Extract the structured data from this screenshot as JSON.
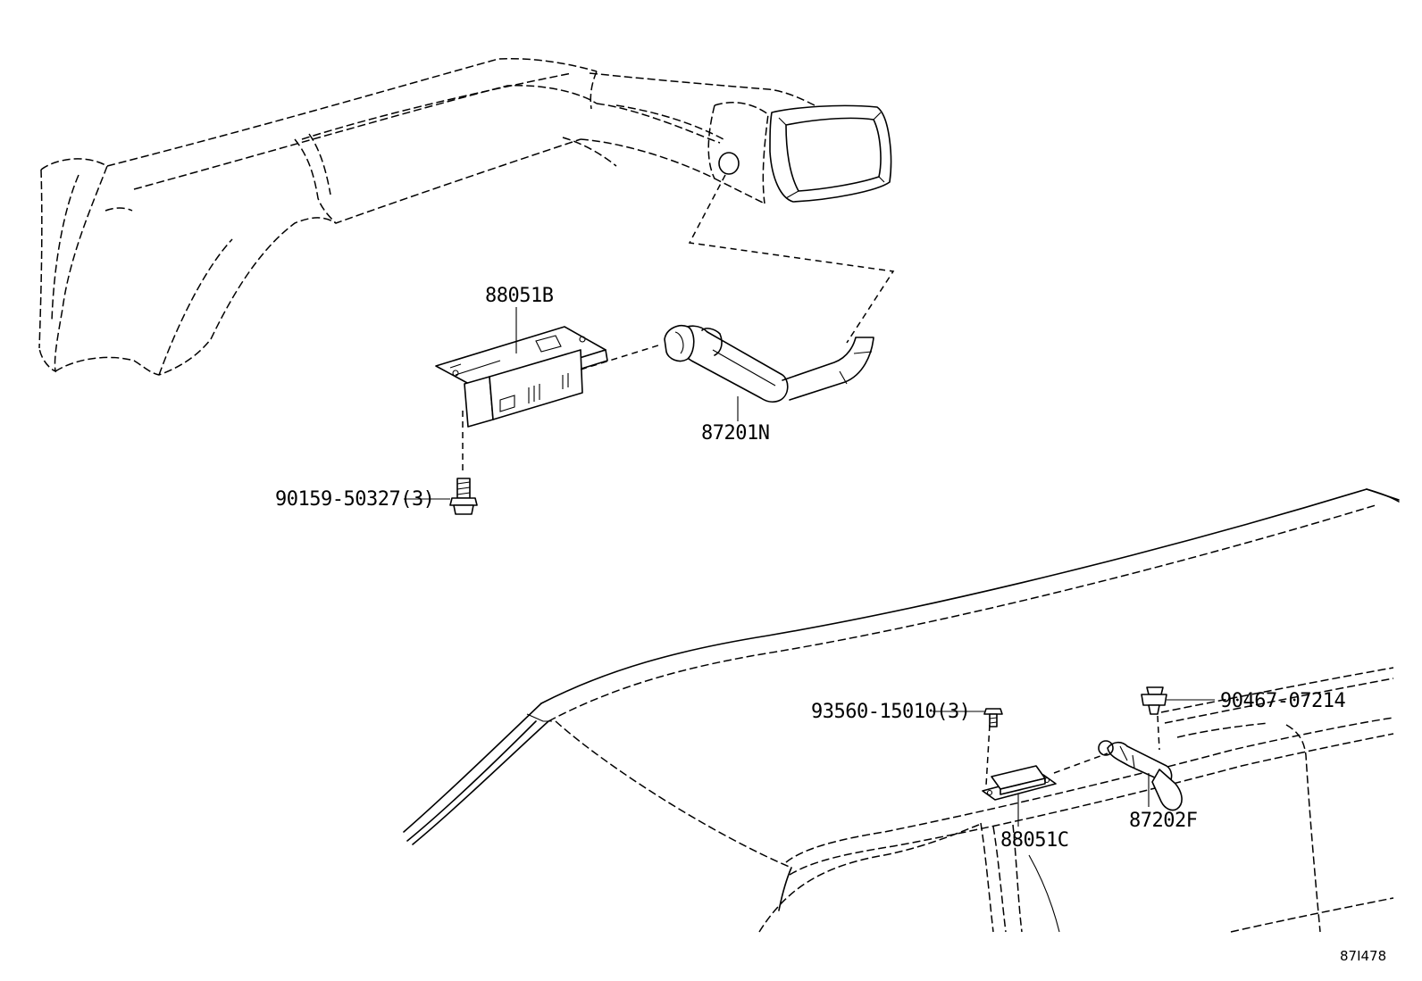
{
  "diagram": {
    "callouts": {
      "part_88051b": "88051B",
      "part_87201n": "87201N",
      "bolt_90159": "90159-50327(3)",
      "screw_93560": "93560-15010(3)",
      "clip_90467": "90467-07214",
      "part_87202f": "87202F",
      "part_88051c": "88051C"
    },
    "reference_code": "87I478"
  }
}
